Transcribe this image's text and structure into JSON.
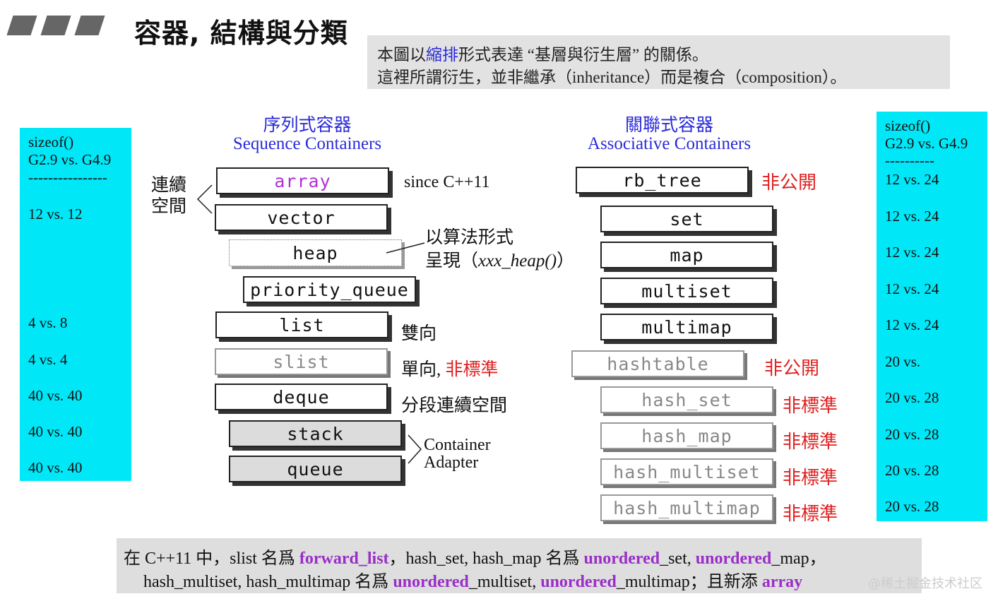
{
  "title": "容器, 結構與分類",
  "note": {
    "line1_pre": "本圖以",
    "line1_highlight": "縮排",
    "line1_post": "形式表達 “基層與衍生層” 的關係。",
    "line2": "這裡所謂衍生，並非繼承（inheritance）而是複合（composition）。"
  },
  "left_sizes": {
    "header1": "sizeof()",
    "header2": "G2.9 vs. G4.9",
    "dashes": "----------------",
    "values": [
      "12 vs. 12",
      "4   vs. 8",
      "4   vs. 4",
      "40 vs. 40",
      "40 vs. 40",
      "40 vs. 40"
    ]
  },
  "right_sizes": {
    "header1": "sizeof()",
    "header2": "G2.9 vs. G4.9",
    "dashes": "----------",
    "values": [
      "12 vs. 24",
      "12 vs. 24",
      "12 vs. 24",
      "12 vs. 24",
      "12 vs. 24",
      "20 vs.",
      "20 vs. 28",
      "20 vs. 28",
      "20 vs. 28",
      "20 vs. 28"
    ]
  },
  "sequence": {
    "heading_cn": "序列式容器",
    "heading_en": "Sequence Containers",
    "contiguous_label": "連續\n空間",
    "boxes": {
      "array": "array",
      "vector": "vector",
      "heap": "heap",
      "priority_queue": "priority_queue",
      "list": "list",
      "slist": "slist",
      "deque": "deque",
      "stack": "stack",
      "queue": "queue"
    },
    "since_cpp11": "since C++11",
    "heap_note1": "以算法形式",
    "heap_note2_pre": "呈現（",
    "heap_note2_func": "xxx_heap()",
    "heap_note2_post": "）",
    "list_note": "雙向",
    "slist_note_pre": "單向, ",
    "slist_note_red": "非標準",
    "deque_note": "分段連續空間",
    "adapter_1": "Container",
    "adapter_2": "Adapter"
  },
  "associative": {
    "heading_cn": "關聯式容器",
    "heading_en": "Associative Containers",
    "boxes": {
      "rb_tree": "rb_tree",
      "set": "set",
      "map": "map",
      "multiset": "multiset",
      "multimap": "multimap",
      "hashtable": "hashtable",
      "hash_set": "hash_set",
      "hash_map": "hash_map",
      "hash_multiset": "hash_multiset",
      "hash_multimap": "hash_multimap"
    },
    "non_public": "非公開",
    "non_standard": "非標準"
  },
  "bottom": {
    "l1_a": "在 C++11 中，slist 名爲 ",
    "l1_kw1": "forward_list",
    "l1_b": "，hash_set, hash_map 名爲 ",
    "l1_kw2": "unordered",
    "l1_c": "_set, ",
    "l1_kw3": "unordered",
    "l1_d": "_map，",
    "l2_a": "hash_multiset, hash_multimap 名爲 ",
    "l2_kw1": "unordered",
    "l2_b": "_multiset, ",
    "l2_kw2": "unordered",
    "l2_c": "_multimap；且新添 ",
    "l2_kw3": "array"
  },
  "watermark": "@稀土掘金技术社区",
  "colors": {
    "cyan": "#00e8f8",
    "blue": "#2a2ad8",
    "red": "#e02020",
    "purple": "#9a2ec8",
    "note_bg": "#e2e2e2"
  }
}
